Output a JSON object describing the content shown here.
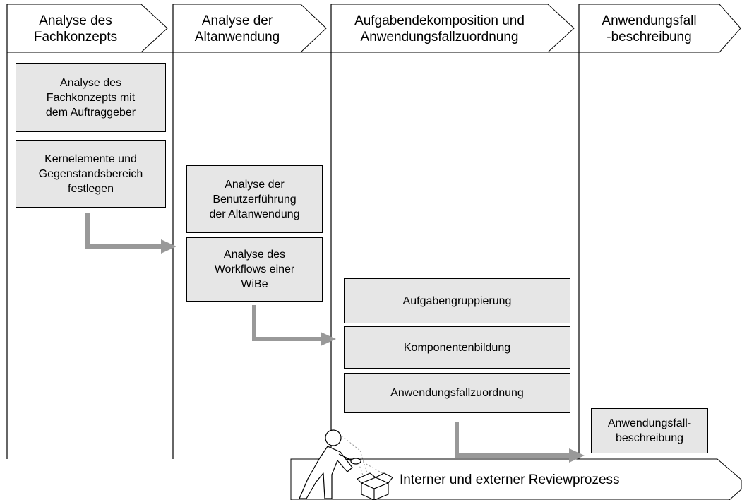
{
  "phases": [
    {
      "label": "Analyse des\nFachkonzepts"
    },
    {
      "label": "Analyse der\nAltanwendung"
    },
    {
      "label": "Aufgabendekomposition und\nAnwendungsfallzuordnung"
    },
    {
      "label": "Anwendungsfall\n-beschreibung"
    }
  ],
  "activities": {
    "fachkonzept_auftraggeber": "Analyse des\nFachkonzepts mit\ndem Auftraggeber",
    "kernelemente": "Kernelemente und\nGegenstandsbereich\nfestlegen",
    "benutzerfuehrung": "Analyse der\nBenutzerführung\nder Altanwendung",
    "workflows": "Analyse des\nWorkflows einer\nWiBe",
    "aufgabengruppierung": "Aufgabengruppierung",
    "komponentenbildung": "Komponentenbildung",
    "anwendungsfallzuordnung": "Anwendungsfallzuordnung",
    "anwendungsfallbeschreibung": "Anwendungsfall-\nbeschreibung"
  },
  "review": {
    "label": "Interner und externer Reviewprozess"
  },
  "colors": {
    "box_fill": "#e6e6e6",
    "arrow": "#999999",
    "line": "#000000"
  }
}
